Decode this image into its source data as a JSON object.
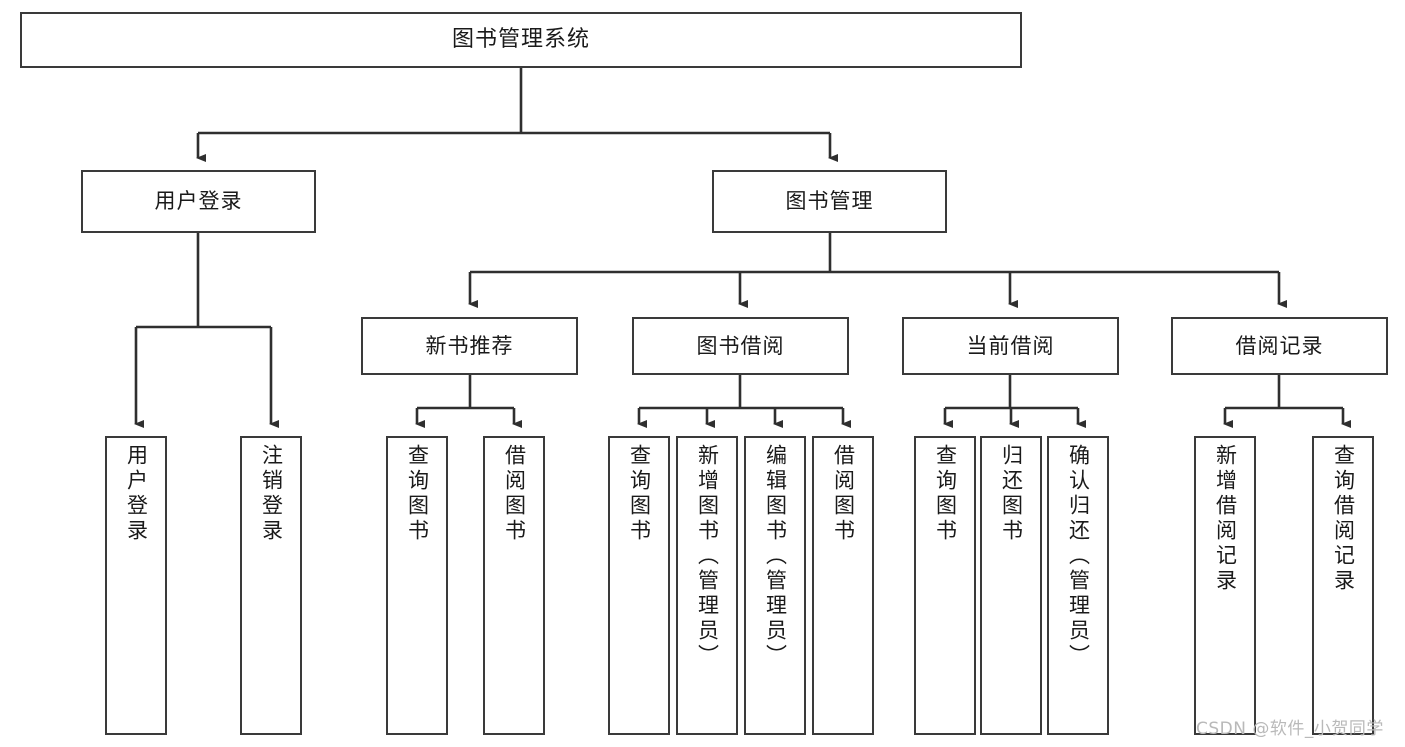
{
  "diagram": {
    "title": "图书管理系统",
    "type": "tree",
    "nodes": {
      "root": {
        "label": "图书管理系统"
      },
      "level2": [
        {
          "id": "user-login",
          "label": "用户登录"
        },
        {
          "id": "book-manage",
          "label": "图书管理"
        }
      ],
      "level3": [
        {
          "id": "new-book-recommend",
          "label": "新书推荐"
        },
        {
          "id": "book-borrow",
          "label": "图书借阅"
        },
        {
          "id": "current-borrow",
          "label": "当前借阅"
        },
        {
          "id": "borrow-record",
          "label": "借阅记录"
        }
      ],
      "leaves": [
        {
          "id": "leaf-user-login",
          "label": "用户登录",
          "parent": "user-login"
        },
        {
          "id": "leaf-logout",
          "label": "注销登录",
          "parent": "user-login"
        },
        {
          "id": "leaf-query-book-1",
          "label": "查询图书",
          "parent": "new-book-recommend"
        },
        {
          "id": "leaf-borrow-book-1",
          "label": "借阅图书",
          "parent": "new-book-recommend"
        },
        {
          "id": "leaf-query-book-2",
          "label": "查询图书",
          "parent": "book-borrow"
        },
        {
          "id": "leaf-add-book",
          "label": "新增图书（管理员）",
          "parent": "book-borrow"
        },
        {
          "id": "leaf-edit-book",
          "label": "编辑图书（管理员）",
          "parent": "book-borrow"
        },
        {
          "id": "leaf-borrow-book-2",
          "label": "借阅图书",
          "parent": "book-borrow"
        },
        {
          "id": "leaf-query-book-3",
          "label": "查询图书",
          "parent": "current-borrow"
        },
        {
          "id": "leaf-return-book",
          "label": "归还图书",
          "parent": "current-borrow"
        },
        {
          "id": "leaf-confirm-return",
          "label": "确认归还（管理员）",
          "parent": "current-borrow"
        },
        {
          "id": "leaf-add-record",
          "label": "新增借阅记录",
          "parent": "borrow-record"
        },
        {
          "id": "leaf-query-record",
          "label": "查询借阅记录",
          "parent": "borrow-record"
        }
      ]
    },
    "colors": {
      "border": "#3a3a3a",
      "background": "#ffffff",
      "text": "#1a1a1a",
      "connector": "#2f2f2f",
      "watermark": "#b9b9b9"
    }
  },
  "watermark": {
    "text": "CSDN @软件_小贺同学"
  }
}
